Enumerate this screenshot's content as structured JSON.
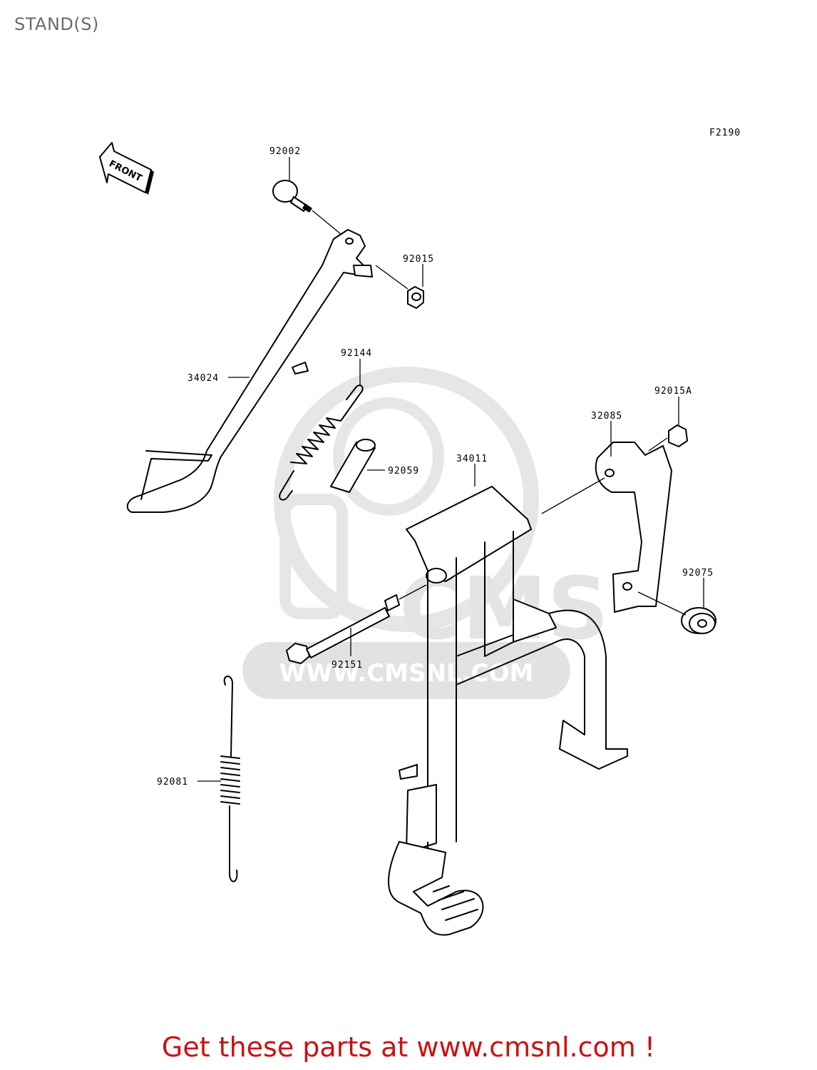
{
  "title": "STAND(S)",
  "figure_code": "F2190",
  "front_label": "FRONT",
  "watermark": {
    "brand": "CMS",
    "url": "WWW.CMSNL.COM"
  },
  "parts": {
    "p92002": "92002",
    "p92015": "92015",
    "p92144": "92144",
    "p34024": "34024",
    "p92059": "92059",
    "p34011": "34011",
    "p92015A": "92015A",
    "p32085": "32085",
    "p92075": "92075",
    "p92151": "92151",
    "p92081": "92081"
  },
  "banner": "Get these parts at www.cmsnl.com !",
  "colors": {
    "banner": "#cc1111",
    "title": "#6b6b6b",
    "watermark": "#e2e2e2"
  }
}
